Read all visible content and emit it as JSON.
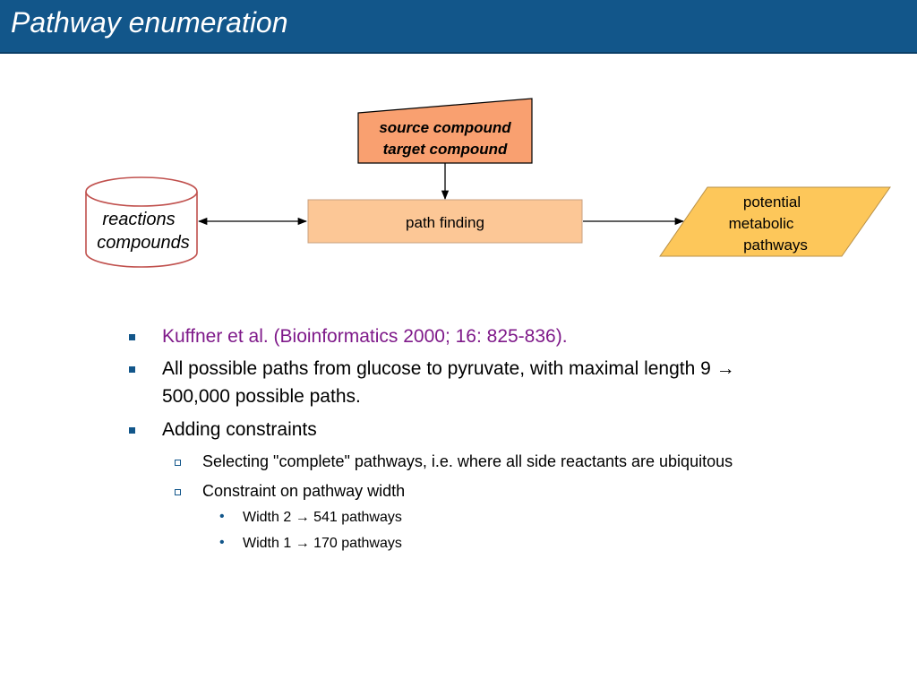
{
  "slide": {
    "title": "Pathway enumeration"
  },
  "diagram": {
    "source_box": {
      "line1": "source compound",
      "line2": "target compound",
      "fill": "#f9a070"
    },
    "database": {
      "line1": "reactions",
      "line2": "compounds"
    },
    "process": {
      "label": "path finding",
      "fill": "#fcc796"
    },
    "output": {
      "line1": "potential",
      "line2": "metabolic",
      "line3": "pathways",
      "fill": "#fdc75a"
    }
  },
  "bullets": [
    {
      "text": "Kuffner et al. (Bioinformatics 2000; 16: 825-836).",
      "color": "#7f1a8a"
    },
    {
      "line1": "All possible paths from glucose to pyruvate, with maximal length 9 →",
      "line2": "500,000 possible paths."
    },
    {
      "text": "Adding constraints",
      "sub": [
        {
          "text": "Selecting \"complete\" pathways, i.e. where all side reactants are ubiquitous"
        },
        {
          "text": "Constraint on pathway width",
          "sub": [
            {
              "text": "Width 2 → 541 pathways"
            },
            {
              "text": "Width 1 → 170 pathways"
            }
          ]
        }
      ]
    }
  ]
}
